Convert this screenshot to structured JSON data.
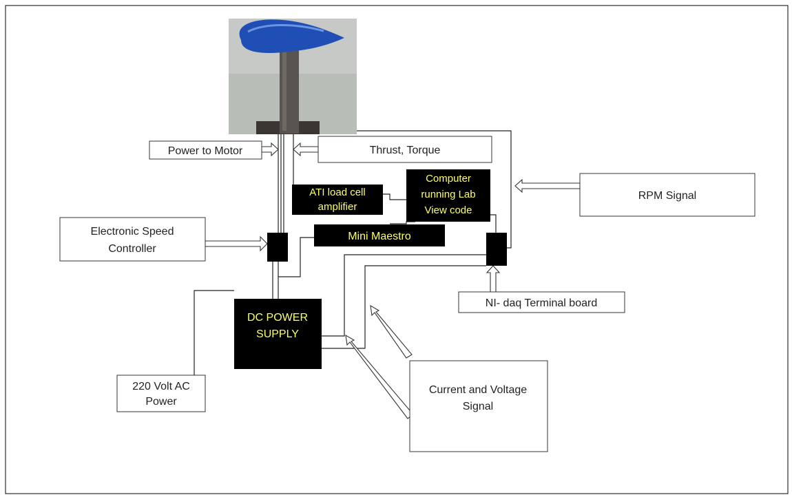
{
  "colors": {
    "box_text_dark": "#ffff66",
    "box_text_light": "#222222",
    "motor_hub": "#1f4fb5",
    "stand": "#5a5450",
    "photo_bg": "#b9bdb8"
  },
  "photo": {
    "icon": "motor-stand-photo"
  },
  "labels": {
    "power_to_motor": "Power to Motor",
    "thrust_torque": "Thrust, Torque",
    "rpm_signal": "RPM Signal",
    "esc": [
      "Electronic Speed",
      "Controller"
    ],
    "ati_amp": [
      "ATI load cell",
      "amplifier"
    ],
    "computer": [
      "Computer",
      "running Lab",
      "View code"
    ],
    "mini_maestro": "Mini Maestro",
    "nidaq": "NI- daq Terminal board",
    "dc_power": [
      "DC POWER",
      "SUPPLY"
    ],
    "ac_power": [
      "220 Volt AC",
      "Power"
    ],
    "current_voltage": [
      "Current and Voltage",
      "Signal"
    ]
  }
}
